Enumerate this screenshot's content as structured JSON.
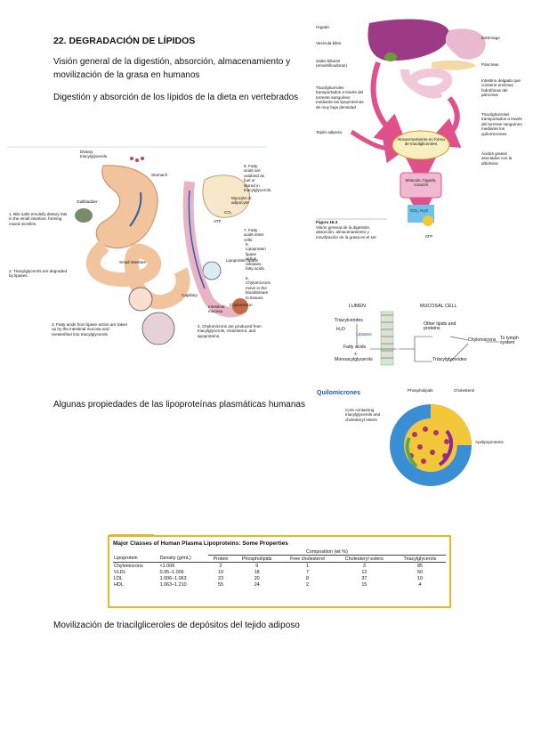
{
  "page": {
    "title": "22. DEGRADACIÓN DE LÍPIDOS",
    "subtitle": "Visión general de la digestión, absorción, almacenamiento y movilización de la grasa en humanos",
    "section_digestion": "Digestión y absorción de los lípidos de la dieta en vertebrados",
    "section_properties": "Algunas propiedades de las lipoproteínas plasmáticas humanas",
    "section_mobilization": "Movilización de triacilgliceroles de depósitos del tejido adiposo"
  },
  "overview_figure": {
    "labels_left": [
      "Hígado",
      "Vesícula biliar",
      "Sales biliares (emulsificadoras)",
      "Triacilgliceroles transportados a través del torrente sanguíneo mediante las lipoproteínas de muy baja densidad",
      "Tejido adiposo"
    ],
    "labels_right": [
      "Estómago",
      "Páncreas",
      "Intestino delgado que contiene enzimas hidrolíticas del páncreas",
      "Triacilgliceroles transportados a través del torrente sanguíneo mediante los quilomicrones",
      "Ácidos grasos asociados con la albúmina"
    ],
    "storage": "Almacenamiento en forma de triacilgliceroles",
    "muscle": "Músculo, hígado, corazón",
    "products": "CO₂, H₂O",
    "atp": "ATP",
    "caption_title": "Figura 16.3",
    "caption": "Visión general de la digestión, absorción, almacenamiento y movilización de la grasa en el ser"
  },
  "digestion_figure": {
    "dietary": "Dietary triacylglycerols",
    "stomach": "Stomach",
    "gallbladder": "Gallbladder",
    "small_intestine": "Small intestine",
    "capillary": "Capillary",
    "intestinal_mucosa": "Intestinal mucosa",
    "chylomicron": "Chylomicron",
    "myocyte": "Myocyte or adipocyte",
    "co2": "CO₂",
    "atp": "ATP",
    "lipase": "Lipoprotein lipase",
    "steps": [
      "1. Bile salts emulsify dietary fats in the small intestine, forming mixed micelles.",
      "2. Triacylglycerols are degraded by lipases.",
      "3. Fatty acids from lipase action are taken up by the intestinal mucosa and reesterified into triacylglycerols.",
      "4. Chylomicrons are produced from triacylglycerols, cholesterol, and apoproteins.",
      "5. Chylomicrons move in the bloodstream to tissues.",
      "6. Lipoprotein lipase action releases fatty acids.",
      "7. Fatty acids enter cells.",
      "8. Fatty acids are oxidized as fuel or stored in triacylglycerols."
    ]
  },
  "absorption_figure": {
    "lumen": "LUMEN",
    "mucosal_cell": "MUCOSAL CELL",
    "tag": "Triacylcerides",
    "water": "H₂O",
    "lipases": "Lipases",
    "fatty_acids": "Fatty acids",
    "plus": "+",
    "mag": "Monoacylglycerols",
    "other": "Other lipids and proteins",
    "tag_out": "Triacylglycerides",
    "chylo": "Chylomicrons",
    "lymph": "To lymph system"
  },
  "chylomicron_figure": {
    "title": "Quilomicrones",
    "phospholipids": "Phospholipids",
    "cholesterol": "Cholesterol",
    "core": "Core containing triacylglycerols and cholesteryl esters",
    "apoprotein": "Apolipoproteins"
  },
  "table": {
    "caption": "Major Classes of Human Plasma Lipoproteins: Some Properties",
    "composition_header": "Composition (wt %)",
    "columns": [
      "Lipoprotein",
      "Density (g/mL)",
      "Protein",
      "Phospholipids",
      "Free cholesterol",
      "Cholesteryl esters",
      "Triacylglycerols"
    ],
    "rows": [
      [
        "Chylomicrons",
        "<1.006",
        "2",
        "9",
        "1",
        "3",
        "85"
      ],
      [
        "VLDL",
        "0.95–1.006",
        "10",
        "18",
        "7",
        "12",
        "50"
      ],
      [
        "LDL",
        "1.006–1.063",
        "23",
        "20",
        "8",
        "37",
        "10"
      ],
      [
        "HDL",
        "1.063–1.210",
        "55",
        "24",
        "2",
        "15",
        "4"
      ]
    ]
  },
  "colors": {
    "arrow_pink": "#e0508a",
    "liver": "#9c3a86",
    "table_border": "#e8b820",
    "sphere_blue": "#3a8fd4",
    "core_yellow": "#f2c73a"
  }
}
